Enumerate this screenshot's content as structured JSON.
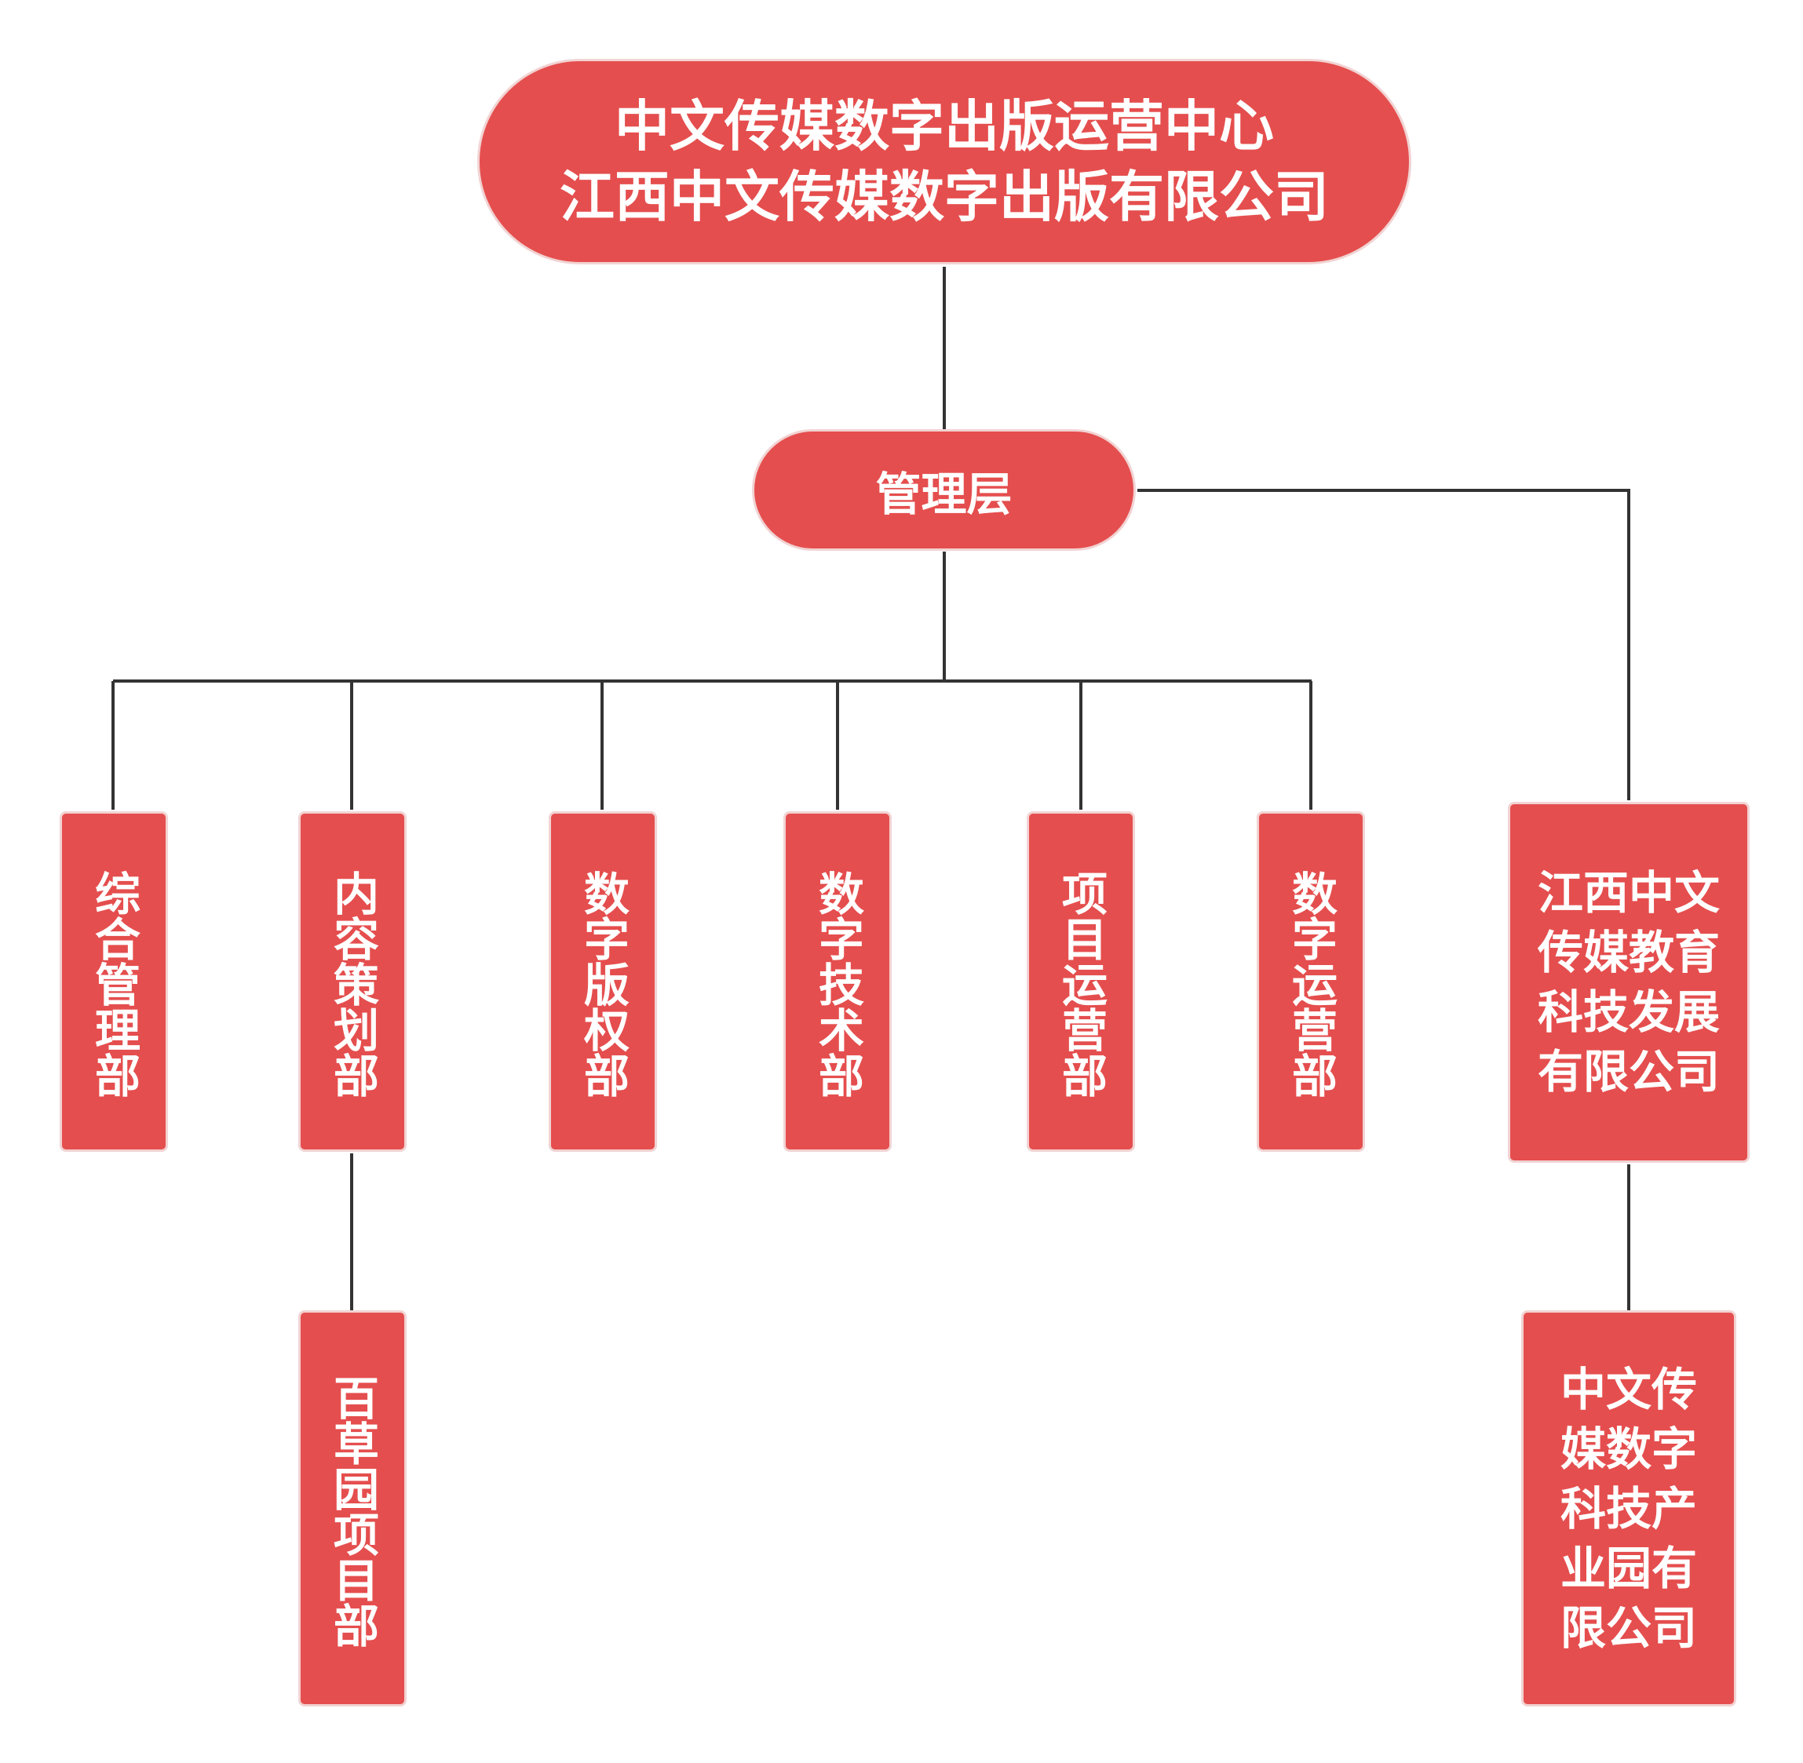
{
  "colors": {
    "box_fill": "#E54E4E",
    "box_border": "#F2D3D3",
    "connector": "#333333",
    "text": "#FFFFFF"
  },
  "diagram": {
    "root": {
      "line1": "中文传媒数字出版运营中心",
      "line2": "江西中文传媒数字出版有限公司"
    },
    "management": {
      "label": "管理层"
    },
    "departments": [
      {
        "id": "dept-general",
        "label": "综合管理部"
      },
      {
        "id": "dept-content",
        "label": "内容策划部"
      },
      {
        "id": "dept-copyright",
        "label": "数字版权部"
      },
      {
        "id": "dept-tech",
        "label": "数字技术部"
      },
      {
        "id": "dept-project-ops",
        "label": "项目运营部"
      },
      {
        "id": "dept-digital-ops",
        "label": "数字运营部"
      }
    ],
    "sub_project": {
      "label": "百草园项目部"
    },
    "education_company": {
      "label": "江西中文传媒教育科技发展有限公司"
    },
    "industrial_park": {
      "label": "中文传媒数字科技产业园有限公司"
    }
  }
}
